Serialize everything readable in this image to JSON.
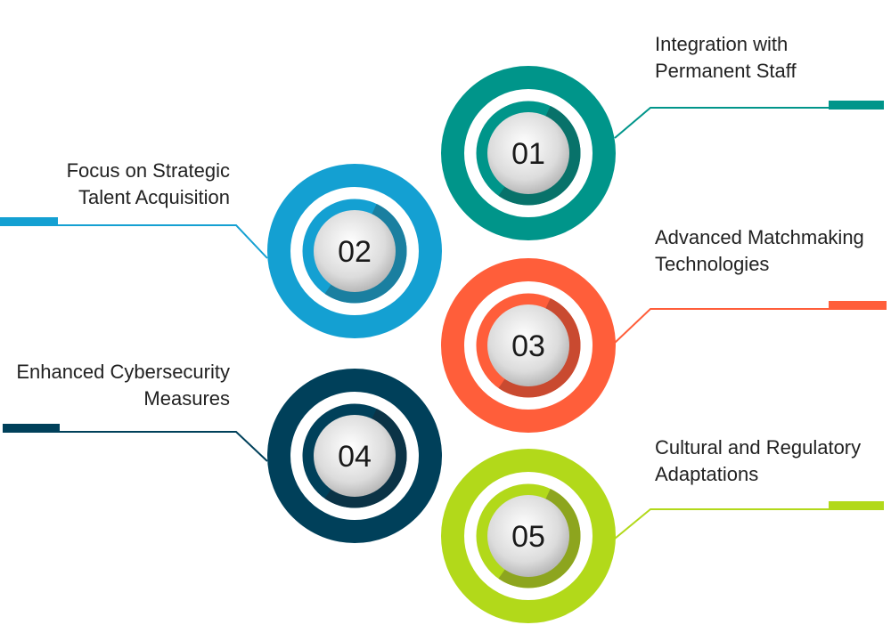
{
  "items": [
    {
      "number": "01",
      "line1": "Integration with",
      "line2": "Permanent Staff",
      "color": "#00958A",
      "dark": "#08726A",
      "side": "right"
    },
    {
      "number": "02",
      "line1": "Focus on Strategic",
      "line2": "Talent Acquisition",
      "color": "#14A0D2",
      "dark": "#1A7FA0",
      "side": "left"
    },
    {
      "number": "03",
      "line1": "Advanced Matchmaking",
      "line2": "Technologies",
      "color": "#FF5E3A",
      "dark": "#C94A30",
      "side": "right"
    },
    {
      "number": "04",
      "line1": "Enhanced Cybersecurity",
      "line2": "Measures",
      "color": "#00405A",
      "dark": "#0B3346",
      "side": "left"
    },
    {
      "number": "05",
      "line1": "Cultural and Regulatory",
      "line2": "Adaptations",
      "color": "#B2D91A",
      "dark": "#8DA51E",
      "side": "right"
    }
  ]
}
